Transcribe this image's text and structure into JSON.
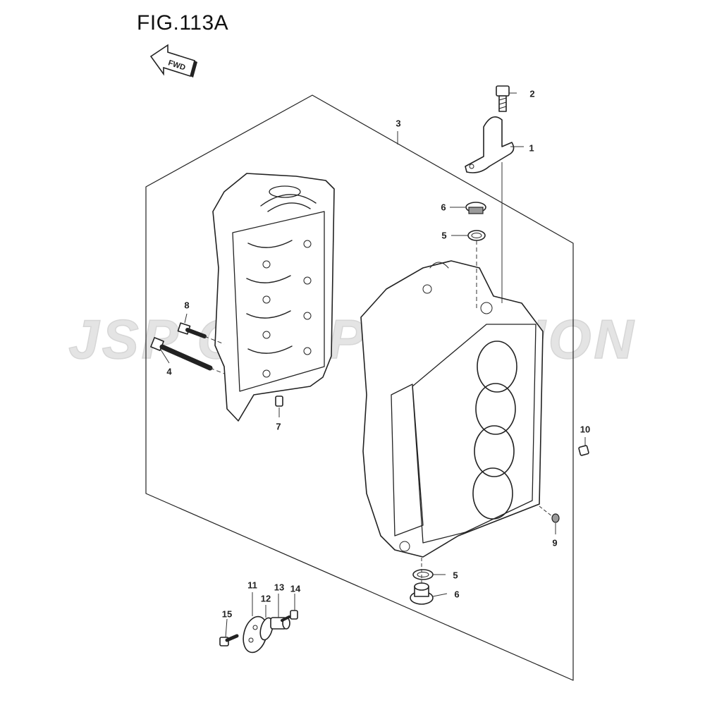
{
  "figure": {
    "title": "FIG.113A",
    "fwd_label": "FWD"
  },
  "watermark": {
    "text": "JSP CORPORATION"
  },
  "callouts": {
    "c1": "1",
    "c2": "2",
    "c3": "3",
    "c4": "4",
    "c5a": "5",
    "c5b": "5",
    "c6a": "6",
    "c6b": "6",
    "c7": "7",
    "c8": "8",
    "c9": "9",
    "c10": "10",
    "c11": "11",
    "c12": "12",
    "c13": "13",
    "c14": "14",
    "c15": "15"
  },
  "colors": {
    "line": "#222222",
    "watermark": "#e4e4e4",
    "part_shade": "#9a9a9a"
  }
}
